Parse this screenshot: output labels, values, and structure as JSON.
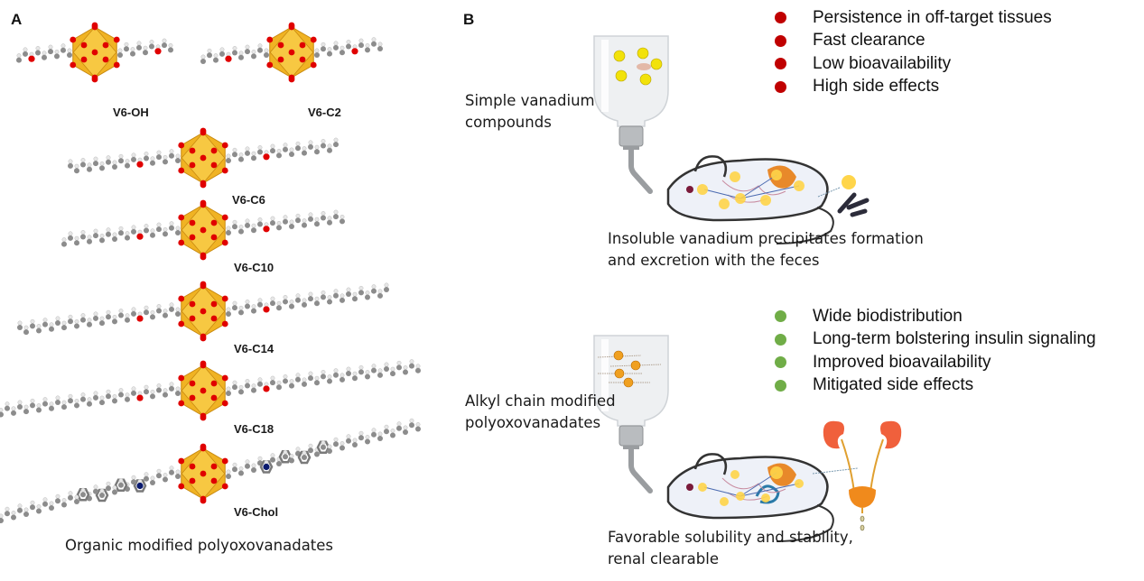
{
  "panel_a": {
    "label": "A",
    "molecules": [
      {
        "name": "V6-OH",
        "chain": "hydroxyl"
      },
      {
        "name": "V6-C2",
        "chain": "C2"
      },
      {
        "name": "V6-C6",
        "chain": "C6"
      },
      {
        "name": "V6-C10",
        "chain": "C10"
      },
      {
        "name": "V6-C14",
        "chain": "C14"
      },
      {
        "name": "V6-C18",
        "chain": "C18"
      },
      {
        "name": "V6-Chol",
        "chain": "cholesterol"
      }
    ],
    "caption": "Organic modified polyoxovanadates"
  },
  "panel_b": {
    "label": "B",
    "top": {
      "bottle_label_line1": "Simple vanadium",
      "bottle_label_line2": "compounds",
      "outcome_line1": "Insoluble vanadium precipitates formation",
      "outcome_line2": "and excretion with the feces",
      "bullet_color": "#c00000",
      "bullets": [
        "Persistence in off-target tissues",
        "Fast clearance",
        "Low bioavailability",
        "High side effects"
      ]
    },
    "bottom": {
      "bottle_label_line1": "Alkyl chain modified",
      "bottle_label_line2": "polyoxovanadates",
      "outcome_line1": "Favorable solubility and stability,",
      "outcome_line2": "renal clearable",
      "bullet_color": "#70ad47",
      "bullets": [
        "Wide biodistribution",
        "Long-term bolstering insulin signaling",
        "Improved bioavailability",
        "Mitigated side effects"
      ]
    }
  },
  "colors": {
    "polyhedron": "#f0b323",
    "oxygen": "#e00000",
    "carbon": "#8c8c8c",
    "hydrogen": "#e6e6e6",
    "nitrogen": "#0a1a6e",
    "organ": "#e8892a",
    "kidney": "#f0603c"
  }
}
